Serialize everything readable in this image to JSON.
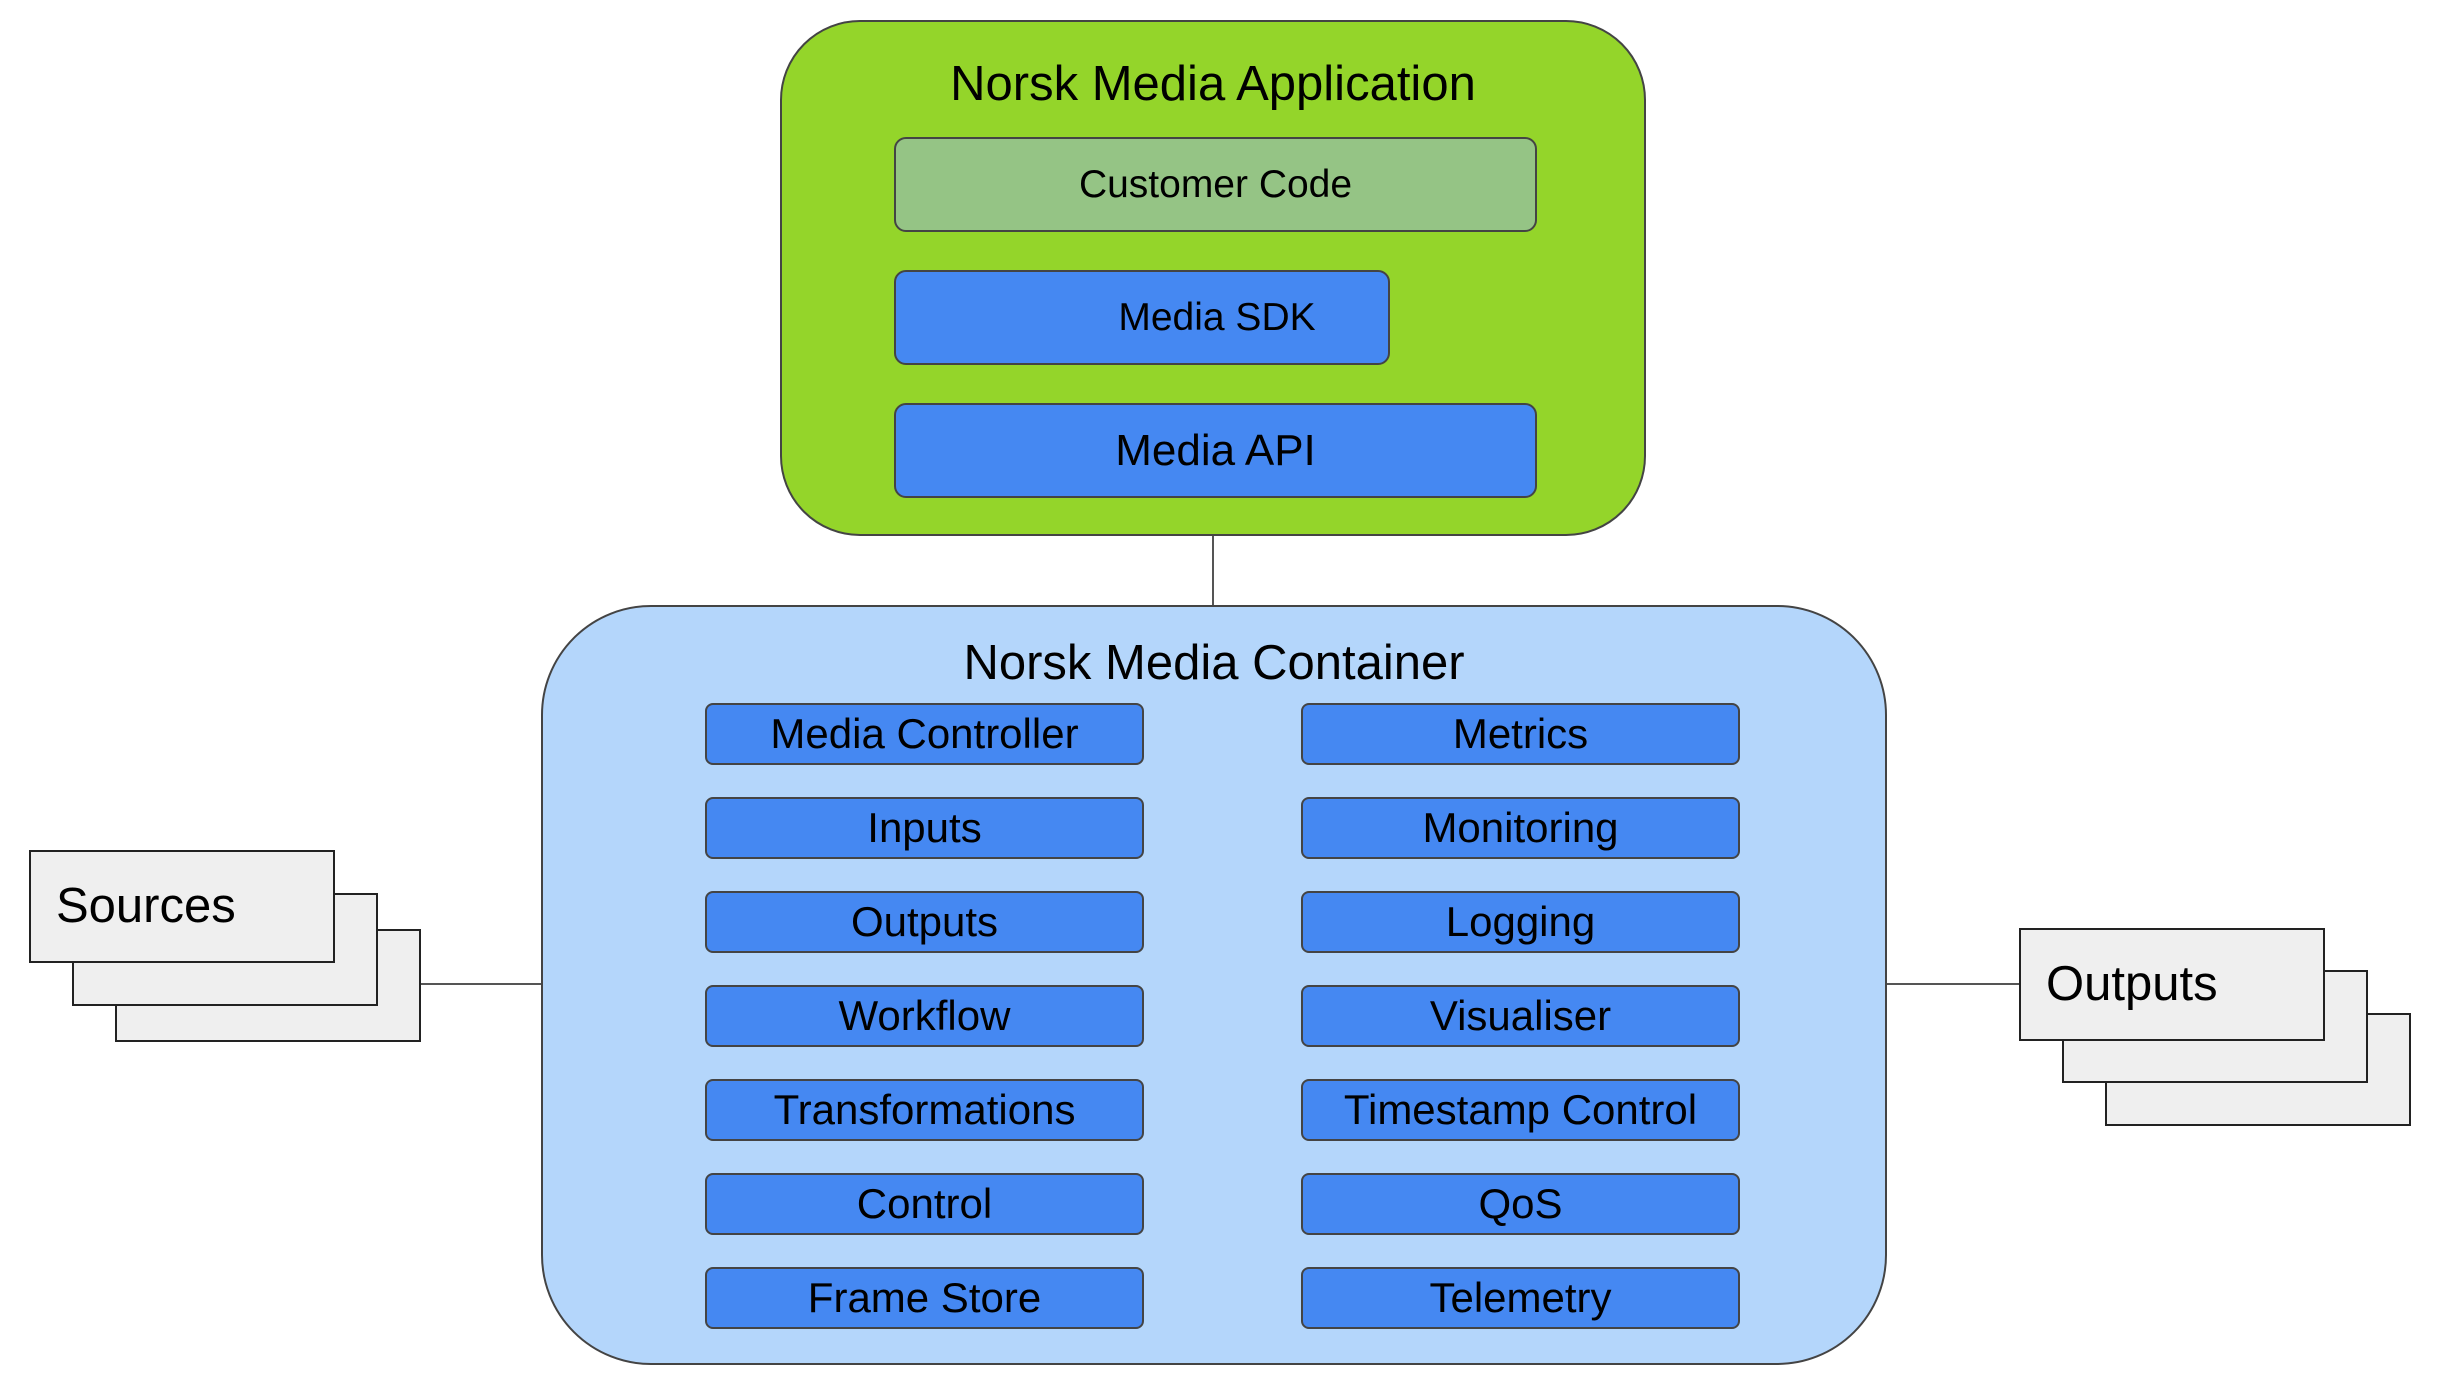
{
  "application": {
    "title": "Norsk Media Application",
    "layers": {
      "customer_code": "Customer Code",
      "media_sdk": "Media SDK",
      "media_api": "Media API"
    }
  },
  "container": {
    "title": "Norsk Media Container",
    "left_modules": [
      "Media Controller",
      "Inputs",
      "Outputs",
      "Workflow",
      "Transformations",
      "Control",
      "Frame Store"
    ],
    "right_modules": [
      "Metrics",
      "Monitoring",
      "Logging",
      "Visualiser",
      "Timestamp Control",
      "QoS",
      "Telemetry"
    ]
  },
  "sources": {
    "label": "Sources"
  },
  "outputs": {
    "label": "Outputs"
  },
  "colors": {
    "application_fill": "#94d52a",
    "customer_code_fill": "#95c485",
    "module_fill": "#4588f2",
    "container_fill": "#b4d6fb",
    "card_fill": "#efefef"
  }
}
